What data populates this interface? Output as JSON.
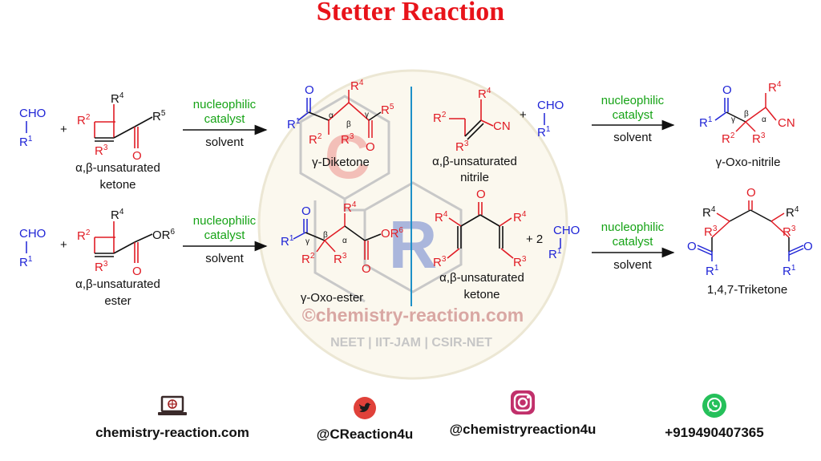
{
  "title": "Stetter Reaction",
  "colors": {
    "title": "#e8131a",
    "blue": "#1f24d6",
    "red": "#e01b24",
    "green": "#16a316",
    "black": "#111111"
  },
  "reactions": [
    {
      "reagent_name_line1": "α,β-unsaturated",
      "reagent_name_line2": "ketone",
      "arrow_top_1": "nucleophilic",
      "arrow_top_2": "catalyst",
      "arrow_bottom": "solvent",
      "product_name": "γ-Diketone"
    },
    {
      "reagent_name_line1": "α,β-unsaturated",
      "reagent_name_line2": "nitrile",
      "arrow_top_1": "nucleophilic",
      "arrow_top_2": "catalyst",
      "arrow_bottom": "solvent",
      "product_name": "γ-Oxo-nitrile"
    },
    {
      "reagent_name_line1": "α,β-unsaturated",
      "reagent_name_line2": "ester",
      "arrow_top_1": "nucleophilic",
      "arrow_top_2": "catalyst",
      "arrow_bottom": "solvent",
      "product_name": "γ-Oxo-ester"
    },
    {
      "reagent_name_line1": "α,β-unsaturated",
      "reagent_name_line2": "ketone",
      "arrow_top_1": "nucleophilic",
      "arrow_top_2": "catalyst",
      "arrow_bottom": "solvent",
      "product_name": "1,4,7-Triketone",
      "coefficient": "+ 2"
    }
  ],
  "watermark": {
    "copyright": "©chemistry-reaction.com",
    "subtitle": "NEET | IIT-JAM | CSIR-NET",
    "logo_c": "C",
    "logo_r": "R"
  },
  "footer": [
    {
      "icon": "laptop-icon",
      "label": "chemistry-reaction.com"
    },
    {
      "icon": "twitter-icon",
      "label": "@CReaction4u"
    },
    {
      "icon": "instagram-icon",
      "label": "@chemistryreaction4u"
    },
    {
      "icon": "whatsapp-icon",
      "label": "+919490407365"
    }
  ]
}
